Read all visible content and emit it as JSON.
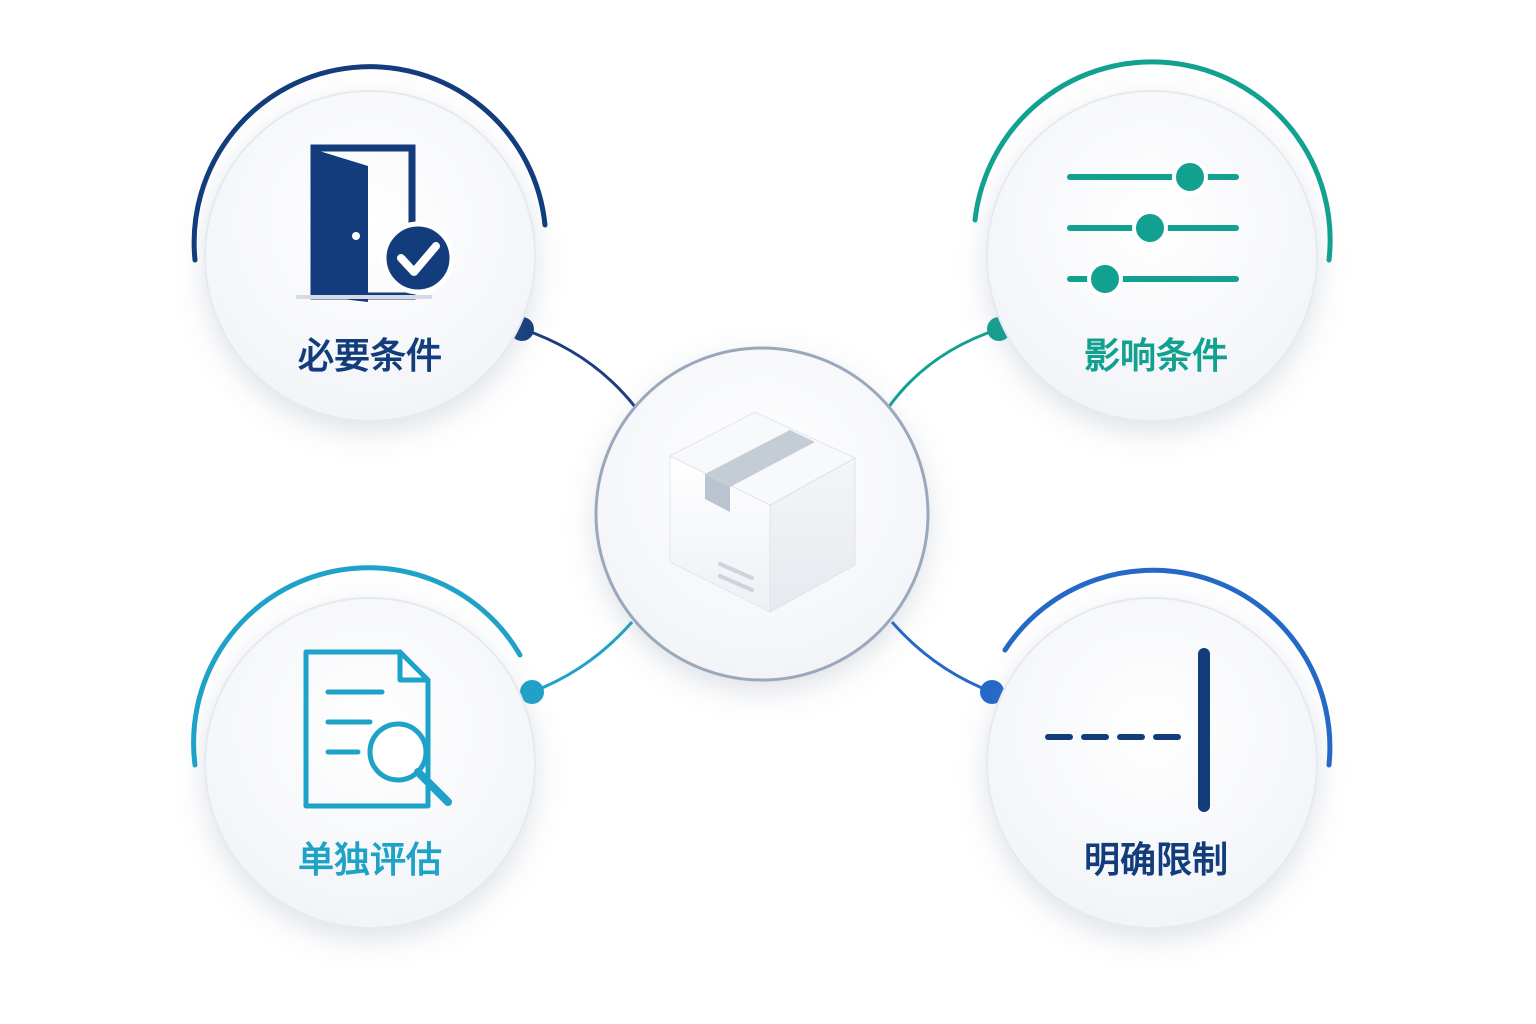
{
  "colors": {
    "background": "#ffffff",
    "navy": "#123c7c",
    "teal": "#12a090",
    "cyan": "#1ea2c8",
    "blue": "#2468c8",
    "connector_top": "#1e3d80",
    "box": "#eef0f4",
    "tape": "#c4ccd6"
  },
  "center": {
    "icon": "package-box-icon"
  },
  "nodes": [
    {
      "id": "necessary",
      "label": "必要条件",
      "icon": "door-check-icon",
      "color": "#123c7c"
    },
    {
      "id": "influencing",
      "label": "影响条件",
      "icon": "sliders-icon",
      "color": "#12a090"
    },
    {
      "id": "individual",
      "label": "单独评估",
      "icon": "document-search-icon",
      "color": "#1ea2c8"
    },
    {
      "id": "limit",
      "label": "明确限制",
      "icon": "dashed-limit-line-icon",
      "color": "#2468c8"
    }
  ]
}
